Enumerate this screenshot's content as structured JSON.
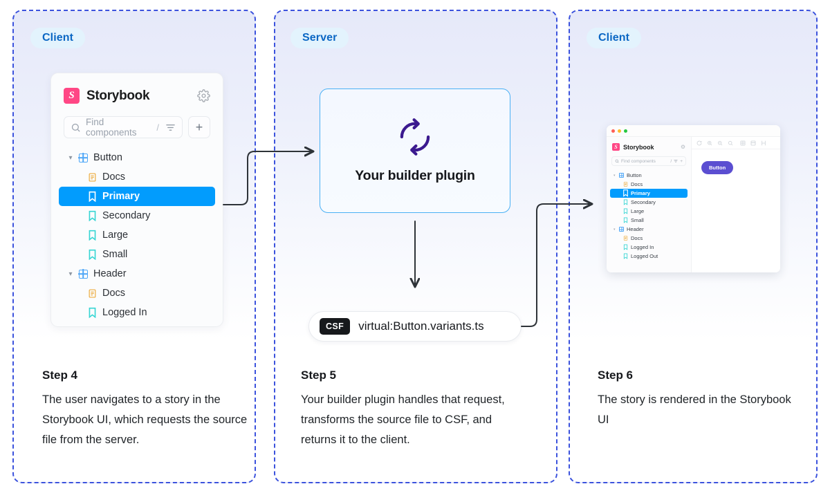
{
  "lanes": [
    {
      "badge": "Client"
    },
    {
      "badge": "Server"
    },
    {
      "badge": "Client"
    }
  ],
  "steps": [
    {
      "title": "Step 4",
      "body": "The user navigates to a story in the Storybook UI, which requests the source file from the server."
    },
    {
      "title": "Step 5",
      "body": "Your builder plugin handles that request, transforms the source file to CSF, and returns it to the client."
    },
    {
      "title": "Step 6",
      "body": "The story is rendered in the Storybook UI"
    }
  ],
  "storybook": {
    "logo_letter": "S",
    "title": "Storybook",
    "search_placeholder": "Find components",
    "search_shortcut": "/",
    "add_label": "+",
    "tree": [
      {
        "label": "Button",
        "type": "component",
        "depth": 0,
        "expanded": true,
        "selected": false
      },
      {
        "label": "Docs",
        "type": "docs",
        "depth": 1,
        "selected": false
      },
      {
        "label": "Primary",
        "type": "story",
        "depth": 1,
        "selected": true
      },
      {
        "label": "Secondary",
        "type": "story",
        "depth": 1,
        "selected": false
      },
      {
        "label": "Large",
        "type": "story",
        "depth": 1,
        "selected": false
      },
      {
        "label": "Small",
        "type": "story",
        "depth": 1,
        "selected": false
      },
      {
        "label": "Header",
        "type": "component",
        "depth": 0,
        "expanded": true,
        "selected": false
      },
      {
        "label": "Docs",
        "type": "docs",
        "depth": 1,
        "selected": false
      },
      {
        "label": "Logged In",
        "type": "story",
        "depth": 1,
        "selected": false
      }
    ]
  },
  "builder": {
    "label": "Your builder plugin",
    "icon": "refresh-sync-icon",
    "icon_color": "#3b1a8f",
    "border_color": "#49b0f5"
  },
  "csf": {
    "tag": "CSF",
    "path": "virtual:Button.variants.ts"
  },
  "mini_storybook": {
    "logo_letter": "S",
    "title": "Storybook",
    "search_placeholder": "Find components",
    "search_shortcut": "/",
    "add_label": "+",
    "preview_button_label": "Button",
    "preview_button_color": "#5b4ed1",
    "tree": [
      {
        "label": "Button",
        "type": "component",
        "depth": 0,
        "expanded": true,
        "selected": false
      },
      {
        "label": "Docs",
        "type": "docs",
        "depth": 1,
        "selected": false
      },
      {
        "label": "Primary",
        "type": "story",
        "depth": 1,
        "selected": true
      },
      {
        "label": "Secondary",
        "type": "story",
        "depth": 1,
        "selected": false
      },
      {
        "label": "Large",
        "type": "story",
        "depth": 1,
        "selected": false
      },
      {
        "label": "Small",
        "type": "story",
        "depth": 1,
        "selected": false
      },
      {
        "label": "Header",
        "type": "component",
        "depth": 0,
        "expanded": true,
        "selected": false
      },
      {
        "label": "Docs",
        "type": "docs",
        "depth": 1,
        "selected": false
      },
      {
        "label": "Logged In",
        "type": "story",
        "depth": 1,
        "selected": false
      },
      {
        "label": "Logged Out",
        "type": "story",
        "depth": 1,
        "selected": false
      }
    ],
    "toolbar_icons": [
      "reload-icon",
      "zoom-in-icon",
      "zoom-out-icon",
      "zoom-reset-icon",
      "grid-icon",
      "background-icon",
      "measure-icon"
    ]
  },
  "colors": {
    "lane_border": "#3b52dd",
    "badge_bg": "#e3f3fd",
    "badge_text": "#0b67c4",
    "selection": "#029cfd",
    "storybook_pink": "#ff4785",
    "arrow": "#2e3338"
  }
}
